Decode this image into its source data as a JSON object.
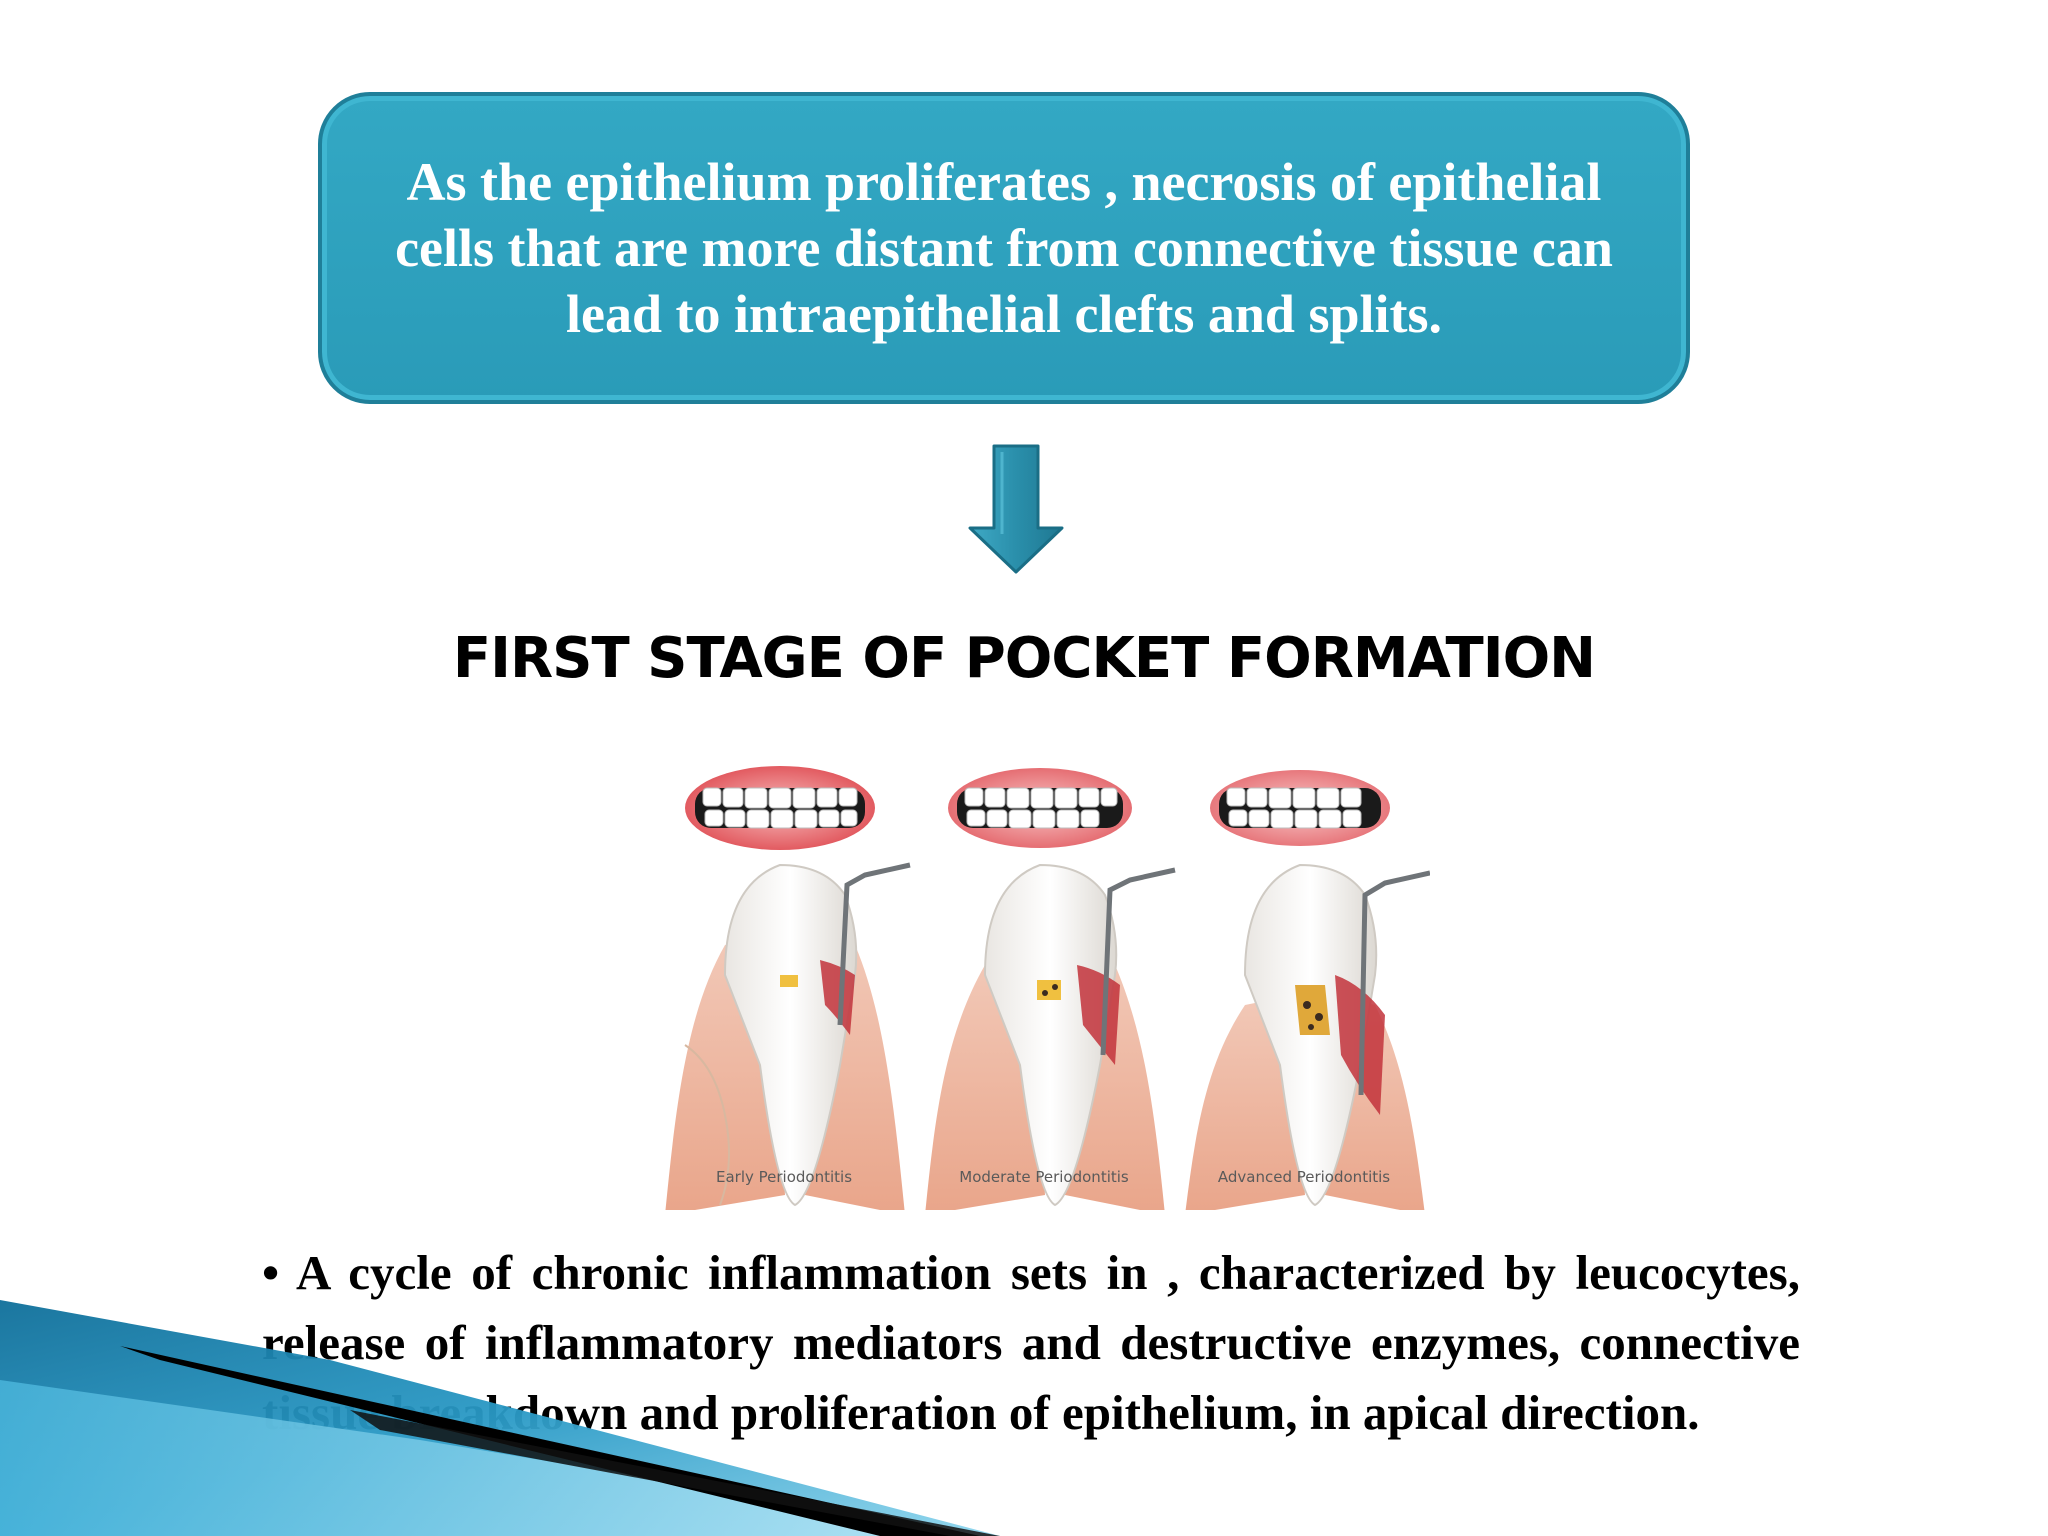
{
  "callout": {
    "text": "As the epithelium proliferates , necrosis of epithelial cells that are more distant from connective tissue can lead to intraepithelial clefts and splits."
  },
  "heading": "FIRST STAGE OF POCKET FORMATION",
  "figure": {
    "captions": [
      "Early Periodontitis",
      "Moderate Periodontitis",
      "Advanced Periodontitis"
    ]
  },
  "bullet": {
    "marker": "•",
    "text": "A cycle of chronic inflammation sets in , characterized by leucocytes, release of inflammatory mediators and destructive enzymes, connective tissue breakdown and proliferation of epithelium, in apical direction."
  },
  "colors": {
    "callout_fill": "#2a9bb8",
    "callout_border": "#1f7f99",
    "arrow_fill": "#2a8fab",
    "corner_blue": "#1a7fa8"
  }
}
